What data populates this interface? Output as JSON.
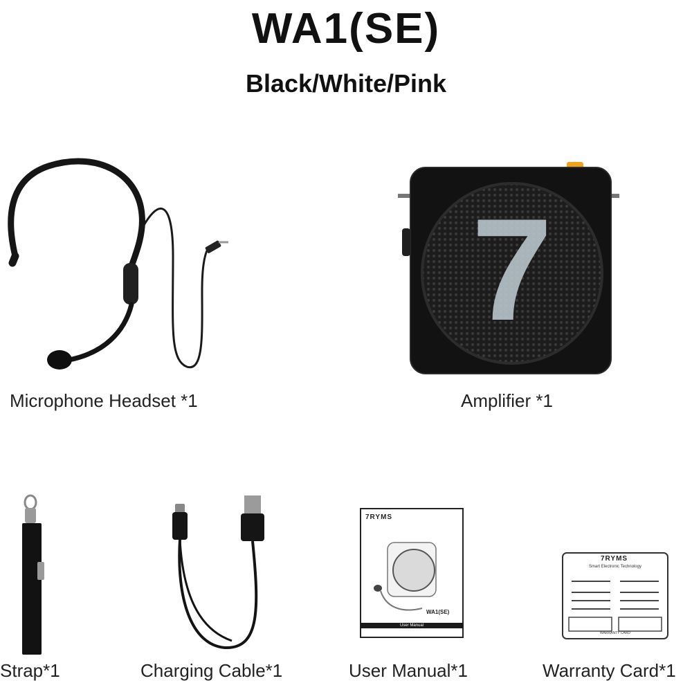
{
  "header": {
    "title": "WA1(SE)",
    "subtitle": "Black/White/Pink"
  },
  "items": [
    {
      "label": "Microphone Headset *1",
      "icon": "headset-microphone-icon"
    },
    {
      "label": "Amplifier *1",
      "icon": "speaker-amplifier-icon"
    },
    {
      "label": "Strap*1",
      "icon": "strap-icon"
    },
    {
      "label": "Charging Cable*1",
      "icon": "usb-cable-icon"
    },
    {
      "label": "User Manual*1",
      "icon": "manual-booklet-icon"
    },
    {
      "label": "Warranty Card*1",
      "icon": "warranty-card-icon"
    }
  ],
  "amplifier": {
    "logo_numeral": "7"
  },
  "manual": {
    "brand": "7RYMS",
    "model": "WA1(SE)",
    "footer": "User Manual"
  },
  "warranty": {
    "brand": "7RYMS",
    "company": "Smart Electronic Technology",
    "footer": "WARRANTY CARD"
  },
  "colors": {
    "background": "#ffffff",
    "device_black": "#121212",
    "grille": "#1c1c1c",
    "logo": "#b9c4cc",
    "accent_orange": "#f0a21a"
  }
}
